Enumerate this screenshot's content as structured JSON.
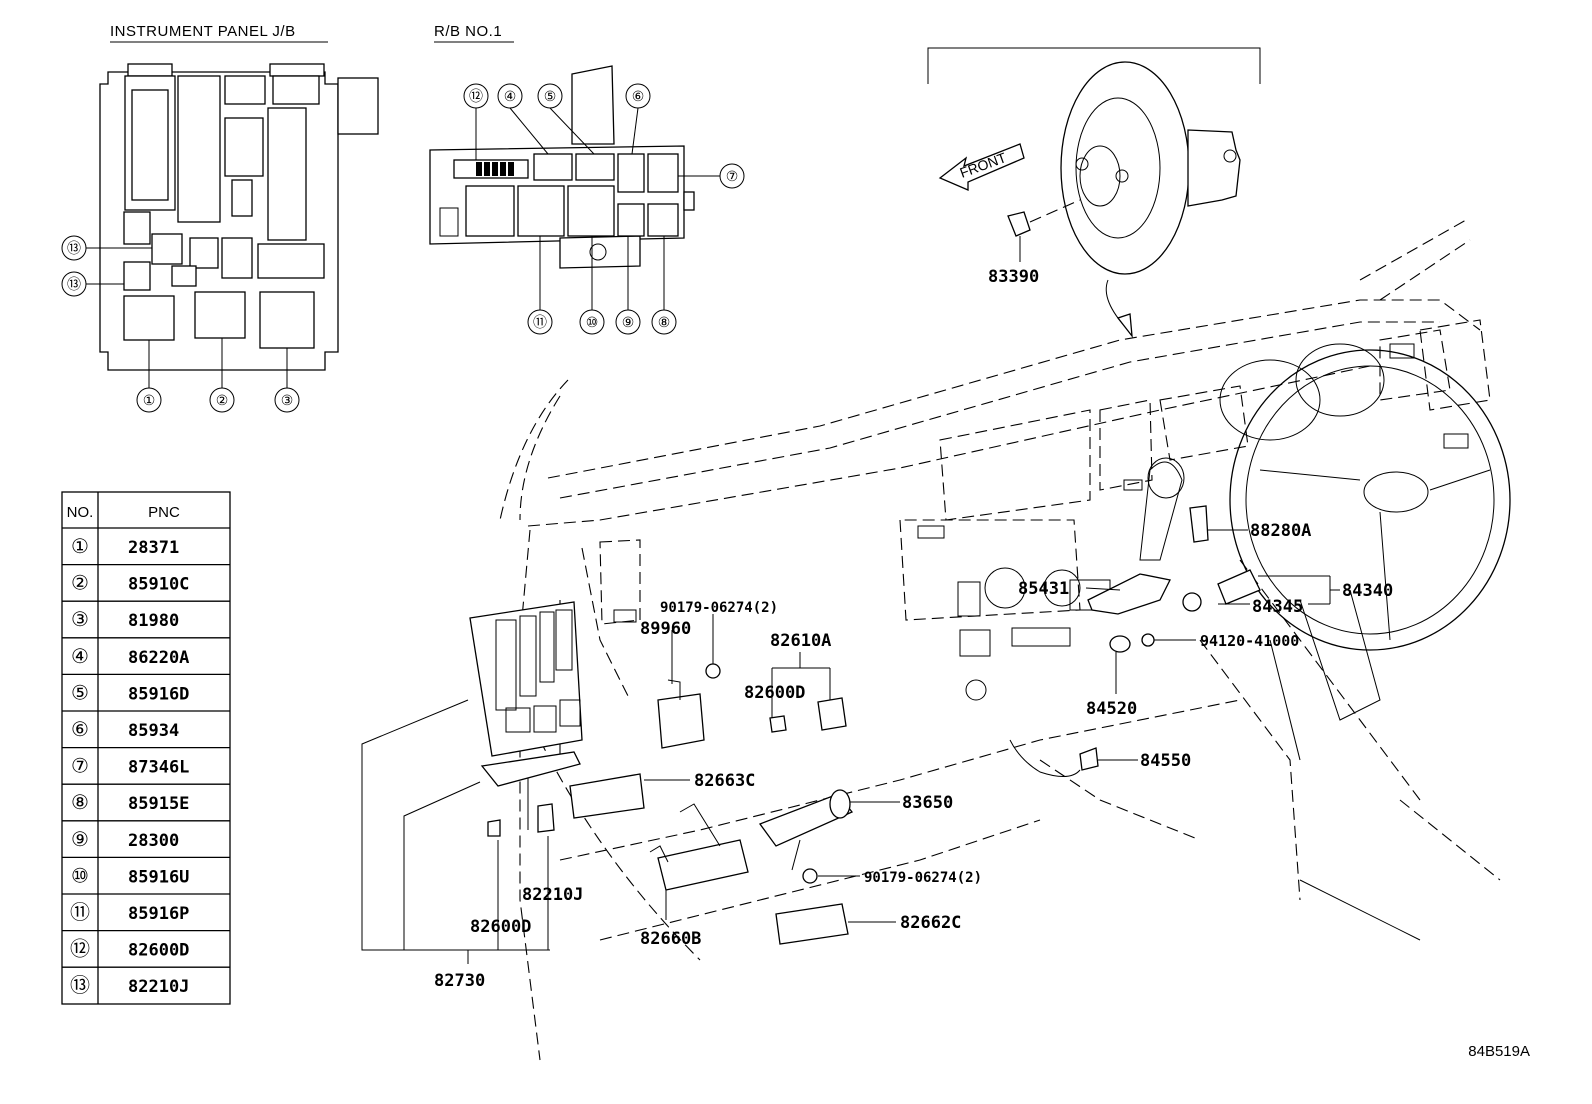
{
  "headers": {
    "instrument_panel_jb": "INSTRUMENT PANEL J/B",
    "rb_no1": "R/B NO.1",
    "front_arrow": "FRONT"
  },
  "jb_callouts": [
    "①",
    "②",
    "③",
    "⑬",
    "⑬"
  ],
  "rb_callouts": [
    "⑫",
    "④",
    "⑤",
    "⑥",
    "⑦",
    "⑪",
    "⑩",
    "⑨",
    "⑧"
  ],
  "table": {
    "col_no": "NO.",
    "col_pnc": "PNC",
    "rows": [
      {
        "no": "①",
        "pnc": "28371"
      },
      {
        "no": "②",
        "pnc": "85910C"
      },
      {
        "no": "③",
        "pnc": "81980"
      },
      {
        "no": "④",
        "pnc": "86220A"
      },
      {
        "no": "⑤",
        "pnc": "85916D"
      },
      {
        "no": "⑥",
        "pnc": "85934"
      },
      {
        "no": "⑦",
        "pnc": "87346L"
      },
      {
        "no": "⑧",
        "pnc": "85915E"
      },
      {
        "no": "⑨",
        "pnc": "28300"
      },
      {
        "no": "⑩",
        "pnc": "85916U"
      },
      {
        "no": "⑪",
        "pnc": "85916P"
      },
      {
        "no": "⑫",
        "pnc": "82600D"
      },
      {
        "no": "⑬",
        "pnc": "82210J"
      }
    ]
  },
  "part_labels": {
    "p83390": "83390",
    "p88280A": "88280A",
    "p85431": "85431",
    "p84340": "84340",
    "p84345": "84345",
    "p94120": "94120-41000",
    "p84520": "84520",
    "p84550": "84550",
    "p90179_top": "90179-06274(2)",
    "p89960": "89960",
    "p82610A": "82610A",
    "p82600D_mid": "82600D",
    "p82663C": "82663C",
    "p83650": "83650",
    "p90179_bot": "90179-06274(2)",
    "p82662C": "82662C",
    "p82660B": "82660B",
    "p82210J": "82210J",
    "p82600D_low": "82600D",
    "p82730": "82730"
  },
  "figure_code": "84B519A"
}
